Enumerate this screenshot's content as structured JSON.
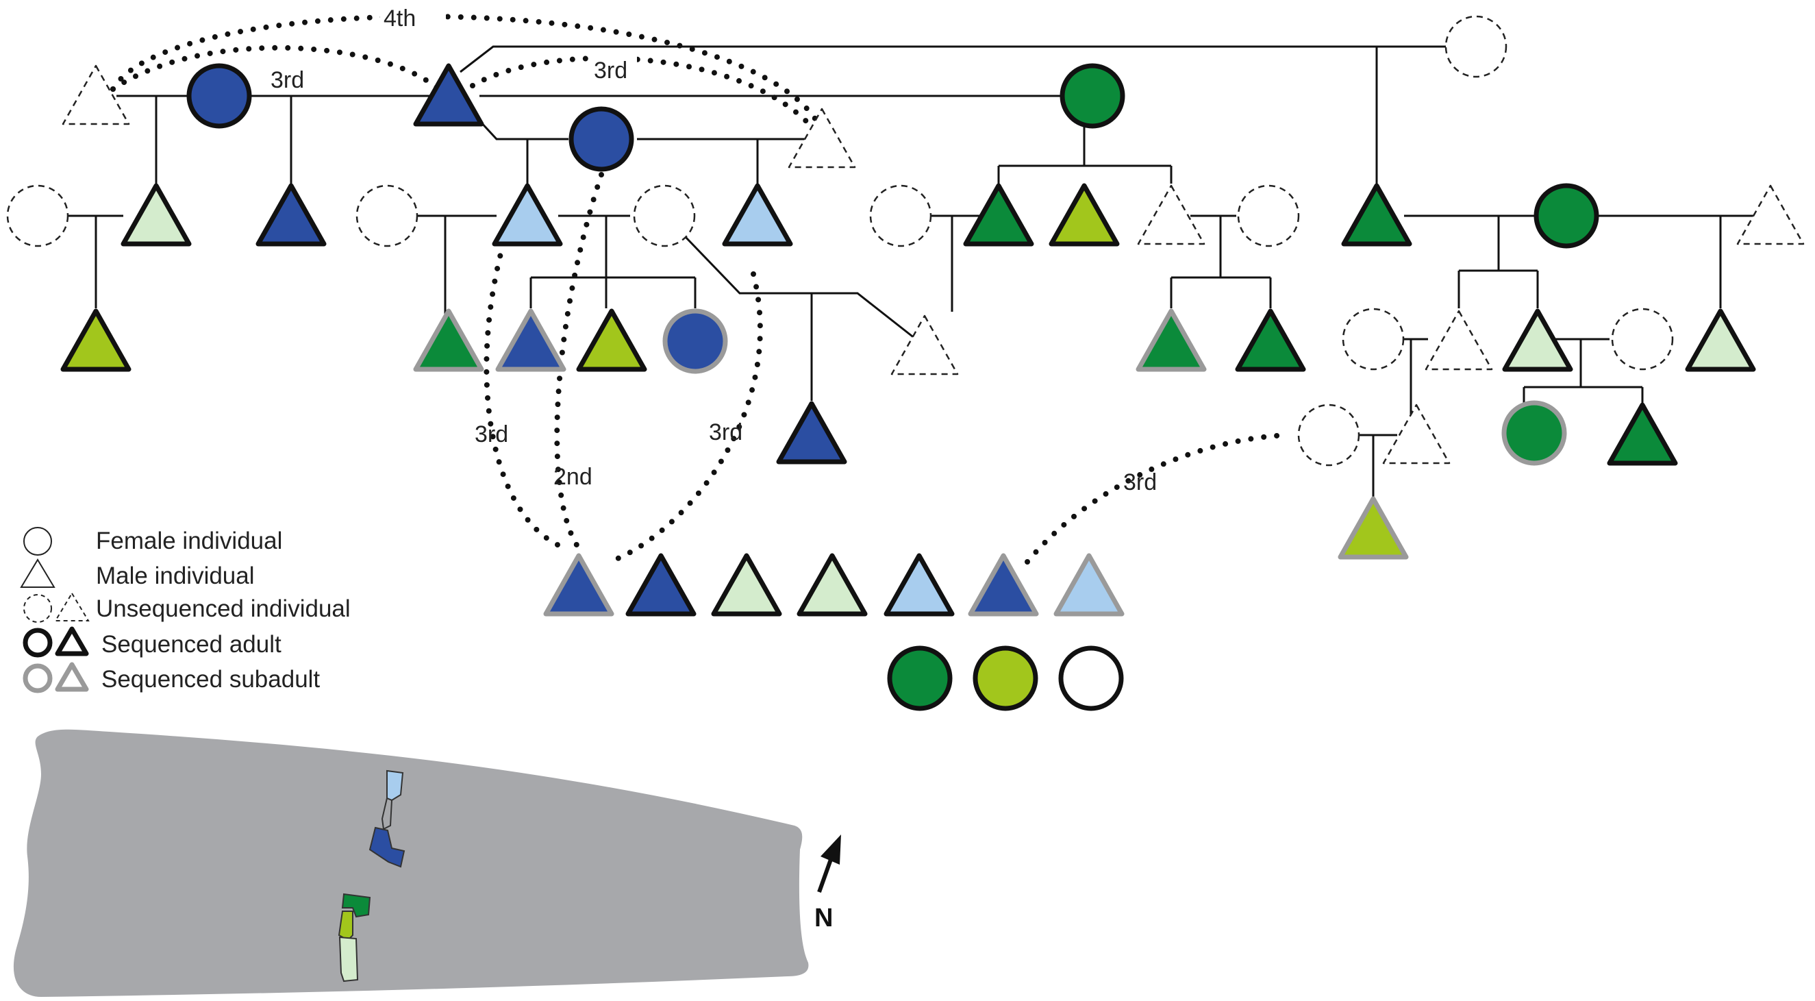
{
  "colors": {
    "dark_blue": "#2b4ea2",
    "light_blue": "#a8cdee",
    "dark_green": "#0b8a3a",
    "light_green": "#a2c61c",
    "pale_green": "#d4eccd",
    "white": "#ffffff",
    "adult_outline": "#111111",
    "subadult_outline": "#9a9a9a",
    "site_gray": "#a7a8ab"
  },
  "relationship_labels": [
    "4th",
    "3rd",
    "3rd",
    "3rd",
    "2nd",
    "3rd",
    "3rd"
  ],
  "legend": {
    "female": "Female individual",
    "male": "Male individual",
    "unsequenced": "Unsequenced individual",
    "adult": "Sequenced adult",
    "subadult": "Sequenced subadult"
  },
  "north_label": "N",
  "individuals": [
    {
      "name": "unsequenced-male-top-left",
      "sex": "male",
      "status": "unsequenced",
      "fill": "white"
    },
    {
      "name": "female-dark-blue-top-left",
      "sex": "female",
      "status": "adult",
      "fill": "dark_blue"
    },
    {
      "name": "male-dark-blue-top-center",
      "sex": "male",
      "status": "adult",
      "fill": "dark_blue"
    },
    {
      "name": "female-dark-blue-center",
      "sex": "female",
      "status": "adult",
      "fill": "dark_blue"
    },
    {
      "name": "unsequenced-male-center",
      "sex": "male",
      "status": "unsequenced",
      "fill": "white"
    },
    {
      "name": "female-dark-green-top",
      "sex": "female",
      "status": "adult",
      "fill": "dark_green"
    },
    {
      "name": "unsequenced-female-top-right",
      "sex": "female",
      "status": "unsequenced",
      "fill": "white"
    },
    {
      "name": "unsequenced-female-row2-a",
      "sex": "female",
      "status": "unsequenced",
      "fill": "white"
    },
    {
      "name": "male-pale-green-row2",
      "sex": "male",
      "status": "adult",
      "fill": "pale_green"
    },
    {
      "name": "male-dark-blue-row2",
      "sex": "male",
      "status": "adult",
      "fill": "dark_blue"
    },
    {
      "name": "unsequenced-female-row2-b",
      "sex": "female",
      "status": "unsequenced",
      "fill": "white"
    },
    {
      "name": "male-light-blue-row2-a",
      "sex": "male",
      "status": "adult",
      "fill": "light_blue"
    },
    {
      "name": "unsequenced-female-row2-c",
      "sex": "female",
      "status": "unsequenced",
      "fill": "white"
    },
    {
      "name": "male-light-blue-row2-b",
      "sex": "male",
      "status": "adult",
      "fill": "light_blue"
    },
    {
      "name": "unsequenced-female-row2-d",
      "sex": "female",
      "status": "unsequenced",
      "fill": "white"
    },
    {
      "name": "male-dark-green-row2-a",
      "sex": "male",
      "status": "adult",
      "fill": "dark_green"
    },
    {
      "name": "male-light-green-row2",
      "sex": "male",
      "status": "adult",
      "fill": "light_green"
    },
    {
      "name": "unsequenced-male-row2",
      "sex": "male",
      "status": "unsequenced",
      "fill": "white"
    },
    {
      "name": "unsequenced-female-row2-e",
      "sex": "female",
      "status": "unsequenced",
      "fill": "white"
    },
    {
      "name": "male-dark-green-row2-b",
      "sex": "male",
      "status": "adult",
      "fill": "dark_green"
    },
    {
      "name": "female-dark-green-row2",
      "sex": "female",
      "status": "adult",
      "fill": "dark_green"
    },
    {
      "name": "unsequenced-male-row2-right",
      "sex": "male",
      "status": "unsequenced",
      "fill": "white"
    },
    {
      "name": "male-light-green-row3-left",
      "sex": "male",
      "status": "adult",
      "fill": "light_green"
    },
    {
      "name": "subadult-male-dark-green-row3",
      "sex": "male",
      "status": "subadult",
      "fill": "dark_green"
    },
    {
      "name": "subadult-male-dark-blue-row3",
      "sex": "male",
      "status": "subadult",
      "fill": "dark_blue"
    },
    {
      "name": "male-light-green-row3",
      "sex": "male",
      "status": "adult",
      "fill": "light_green"
    },
    {
      "name": "subadult-female-dark-blue-row3",
      "sex": "female",
      "status": "subadult",
      "fill": "dark_blue"
    },
    {
      "name": "unsequenced-male-row3",
      "sex": "male",
      "status": "unsequenced",
      "fill": "white"
    },
    {
      "name": "subadult-male-dark-green-row3-b",
      "sex": "male",
      "status": "subadult",
      "fill": "dark_green"
    },
    {
      "name": "male-dark-green-row3",
      "sex": "male",
      "status": "adult",
      "fill": "dark_green"
    },
    {
      "name": "unsequenced-female-row3-a",
      "sex": "female",
      "status": "unsequenced",
      "fill": "white"
    },
    {
      "name": "unsequenced-male-row3-b",
      "sex": "male",
      "status": "unsequenced",
      "fill": "white"
    },
    {
      "name": "male-pale-green-row3-a",
      "sex": "male",
      "status": "adult",
      "fill": "pale_green"
    },
    {
      "name": "unsequenced-female-row3-b",
      "sex": "female",
      "status": "unsequenced",
      "fill": "white"
    },
    {
      "name": "male-pale-green-row3-b",
      "sex": "male",
      "status": "adult",
      "fill": "pale_green"
    },
    {
      "name": "male-dark-blue-row4",
      "sex": "male",
      "status": "adult",
      "fill": "dark_blue"
    },
    {
      "name": "unsequenced-female-row4",
      "sex": "female",
      "status": "unsequenced",
      "fill": "white"
    },
    {
      "name": "unsequenced-male-row4",
      "sex": "male",
      "status": "unsequenced",
      "fill": "white"
    },
    {
      "name": "subadult-female-dark-green-row4",
      "sex": "female",
      "status": "subadult",
      "fill": "dark_green"
    },
    {
      "name": "male-dark-green-row4",
      "sex": "male",
      "status": "adult",
      "fill": "dark_green"
    },
    {
      "name": "subadult-male-light-green-row5",
      "sex": "male",
      "status": "subadult",
      "fill": "light_green"
    },
    {
      "name": "unrelated-subadult-male-dark-blue-1",
      "sex": "male",
      "status": "subadult",
      "fill": "dark_blue"
    },
    {
      "name": "unrelated-male-dark-blue",
      "sex": "male",
      "status": "adult",
      "fill": "dark_blue"
    },
    {
      "name": "unrelated-male-pale-green-1",
      "sex": "male",
      "status": "adult",
      "fill": "pale_green"
    },
    {
      "name": "unrelated-male-pale-green-2",
      "sex": "male",
      "status": "adult",
      "fill": "pale_green"
    },
    {
      "name": "unrelated-male-light-blue",
      "sex": "male",
      "status": "adult",
      "fill": "light_blue"
    },
    {
      "name": "unrelated-subadult-male-dark-blue-2",
      "sex": "male",
      "status": "subadult",
      "fill": "dark_blue"
    },
    {
      "name": "unrelated-subadult-male-light-blue",
      "sex": "male",
      "status": "subadult",
      "fill": "light_blue"
    },
    {
      "name": "unrelated-female-dark-green",
      "sex": "female",
      "status": "adult",
      "fill": "dark_green"
    },
    {
      "name": "unrelated-female-light-green",
      "sex": "female",
      "status": "adult",
      "fill": "light_green"
    },
    {
      "name": "unrelated-female-white",
      "sex": "female",
      "status": "adult",
      "fill": "white"
    }
  ],
  "grave_segments": [
    {
      "name": "grave-segment-light-blue",
      "fill": "light_blue"
    },
    {
      "name": "grave-segment-gray",
      "fill": "site_gray"
    },
    {
      "name": "grave-segment-dark-blue",
      "fill": "dark_blue"
    },
    {
      "name": "grave-segment-dark-green",
      "fill": "dark_green"
    },
    {
      "name": "grave-segment-light-green",
      "fill": "light_green"
    },
    {
      "name": "grave-segment-pale-green",
      "fill": "pale_green"
    }
  ]
}
